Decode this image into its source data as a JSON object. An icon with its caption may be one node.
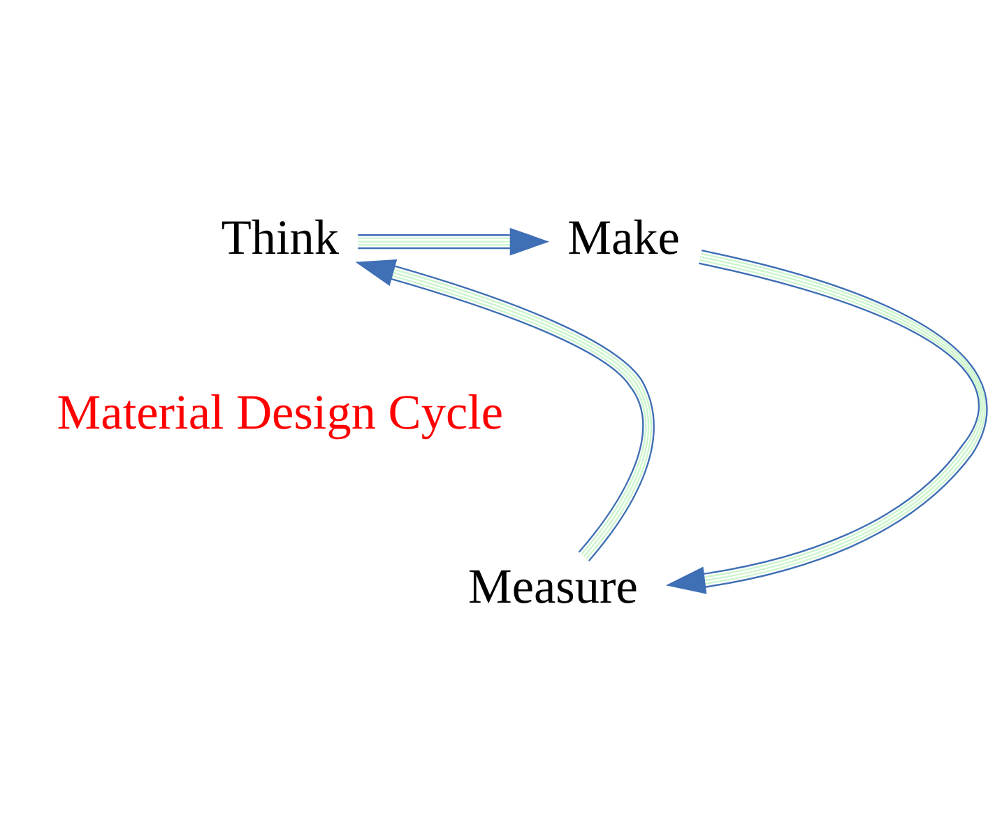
{
  "diagram": {
    "nodes": [
      {
        "text": [
          "Think"
        ]
      },
      {
        "text": [
          "Make"
        ]
      },
      {
        "text": [
          "Measure"
        ]
      }
    ],
    "edges": [
      {
        "from": 0,
        "to": 1,
        "arrow": "to"
      },
      {
        "from": 1,
        "to": 2,
        "arrow": "to"
      },
      {
        "from": 2,
        "to": 0,
        "arrow": "to"
      }
    ],
    "labels": [
      "Material Design Cycle"
    ]
  }
}
